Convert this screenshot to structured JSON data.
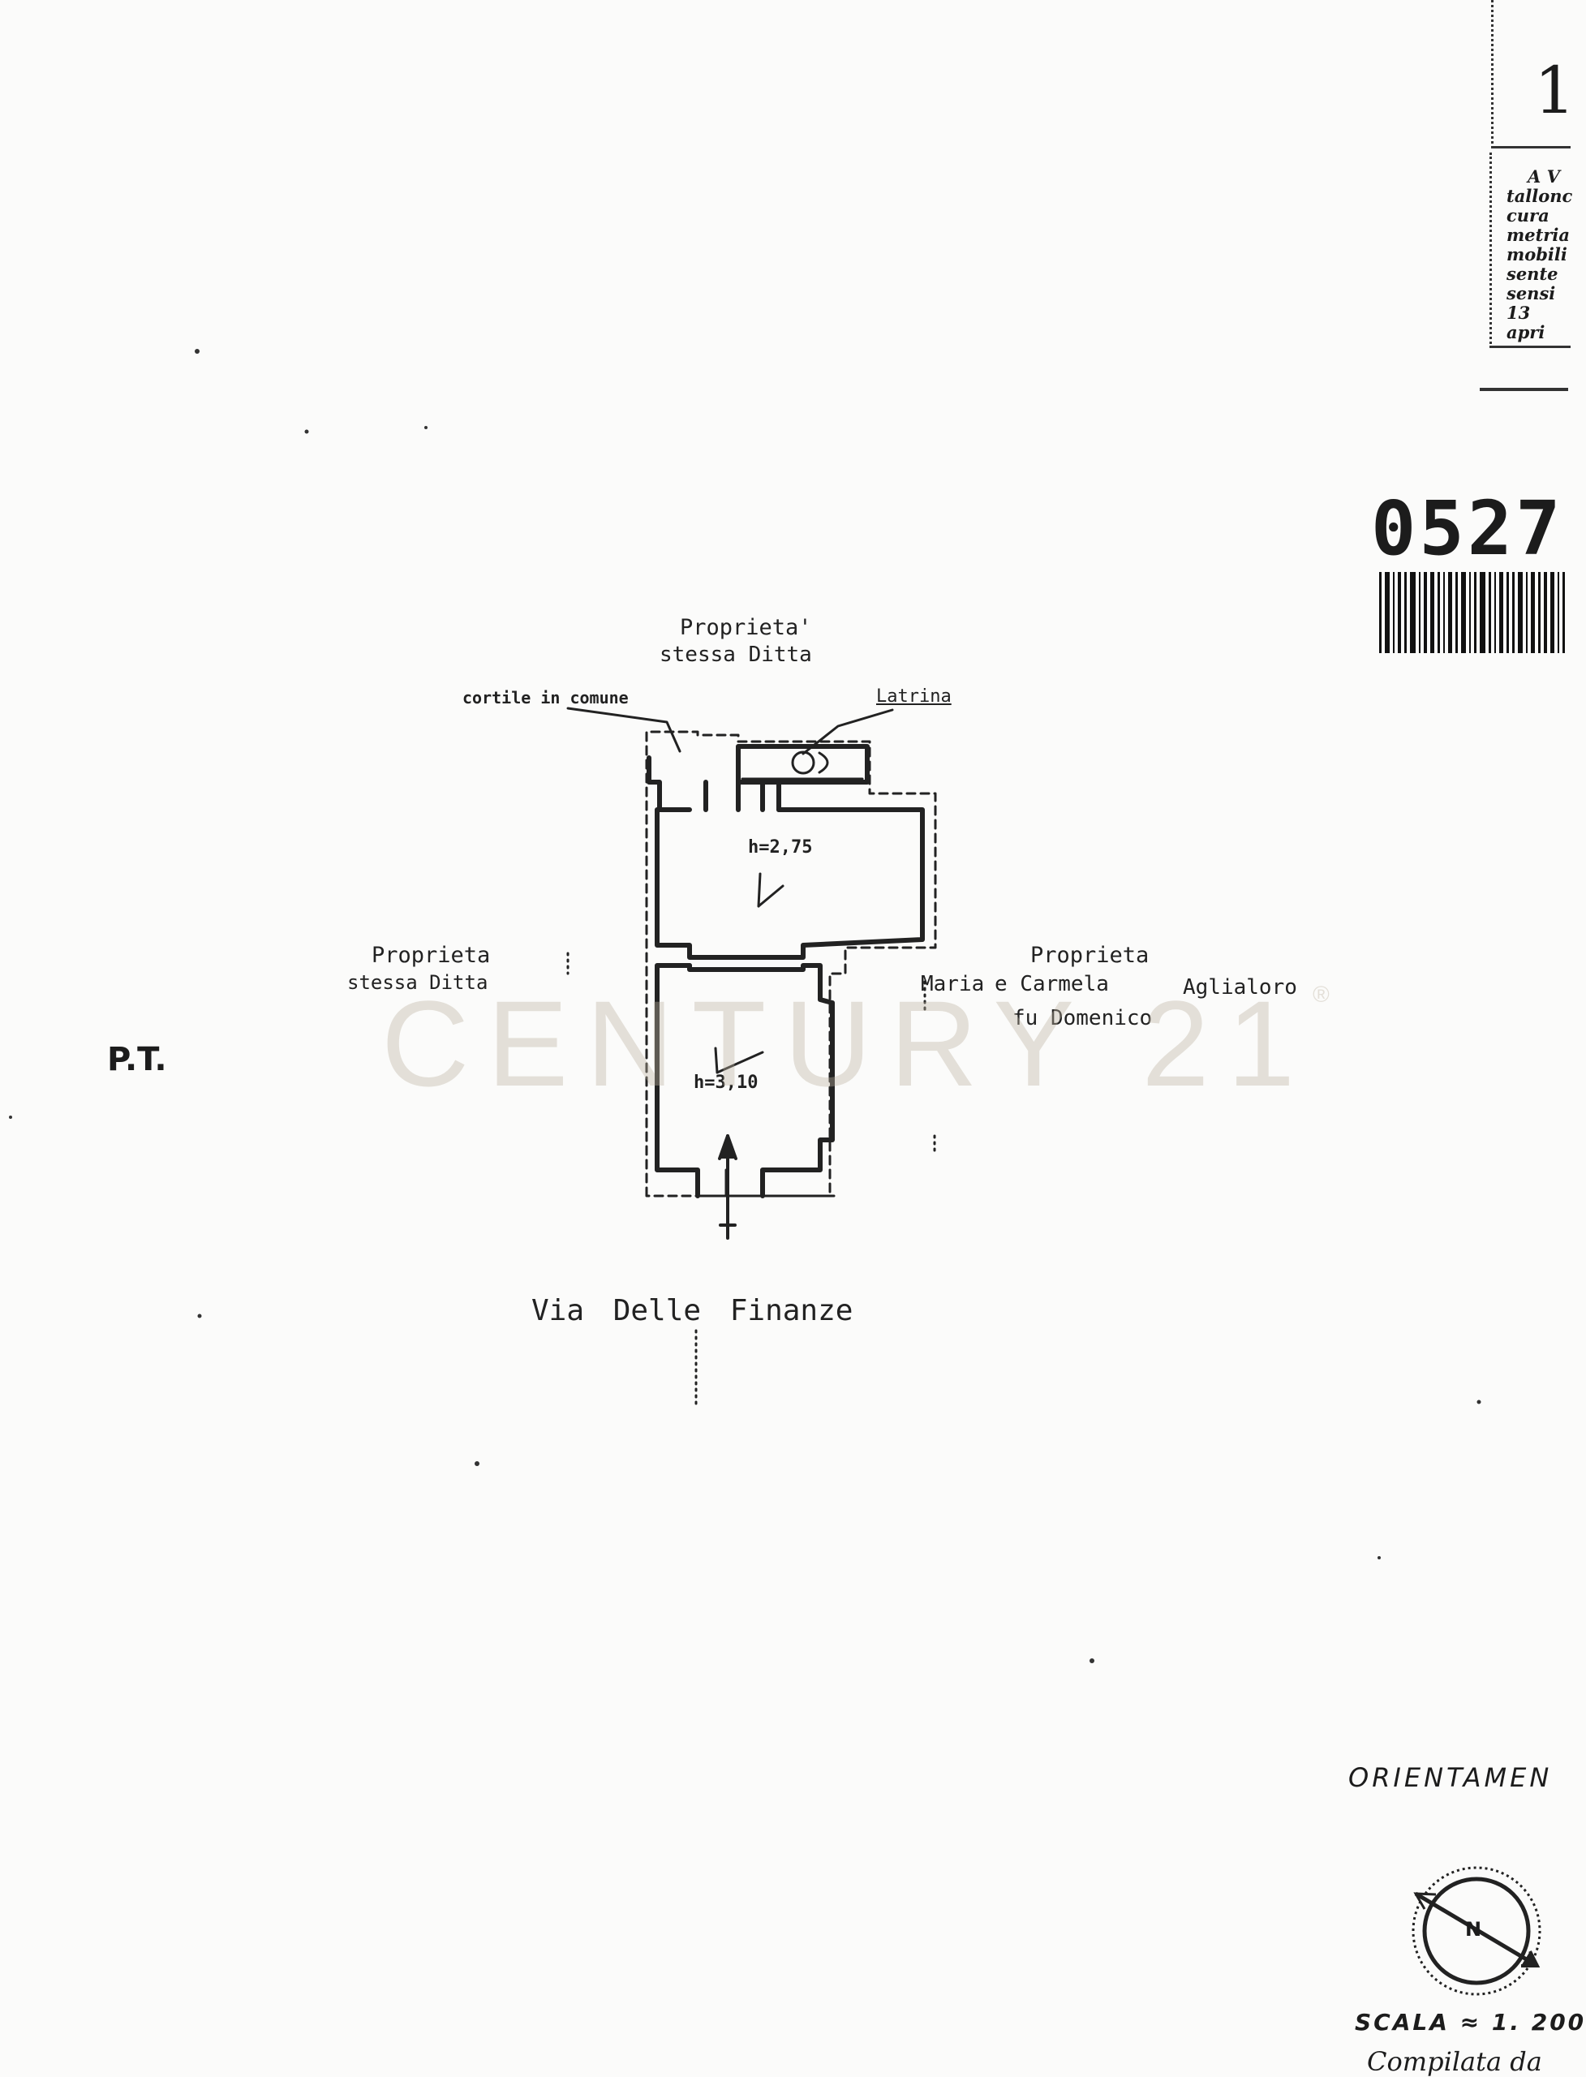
{
  "labels": {
    "top_owner_1": "Proprieta'",
    "top_owner_2": "stessa Ditta",
    "courtyard": "cortile in comune",
    "latrine": "Latrina",
    "left_owner_1": "Proprieta",
    "left_owner_2": "stessa Ditta",
    "right_owner_1": "Proprieta",
    "right_owner_2a": "Maria",
    "right_owner_2b": "e Carmela",
    "right_owner_2c": "Aglialoro",
    "right_owner_3": "fu Domenico",
    "height_upper": "h=2,75",
    "height_lower": "h=3,10",
    "floor": "P.T.",
    "street": "Via Delle Finanze"
  },
  "side": {
    "page_number": "1",
    "stamp_lines": [
      "A V",
      "tallonc",
      "cura",
      "metria",
      "mobili",
      "sente",
      "sensi",
      "13 apri"
    ],
    "code": "0527",
    "orientation": "ORIENTAMEN",
    "compass_letter": "N",
    "scale": "SCALA ≈ 1. 200",
    "compiled": "Compilata da"
  },
  "watermark": {
    "text": "CENTURY 21",
    "mark": "®"
  }
}
